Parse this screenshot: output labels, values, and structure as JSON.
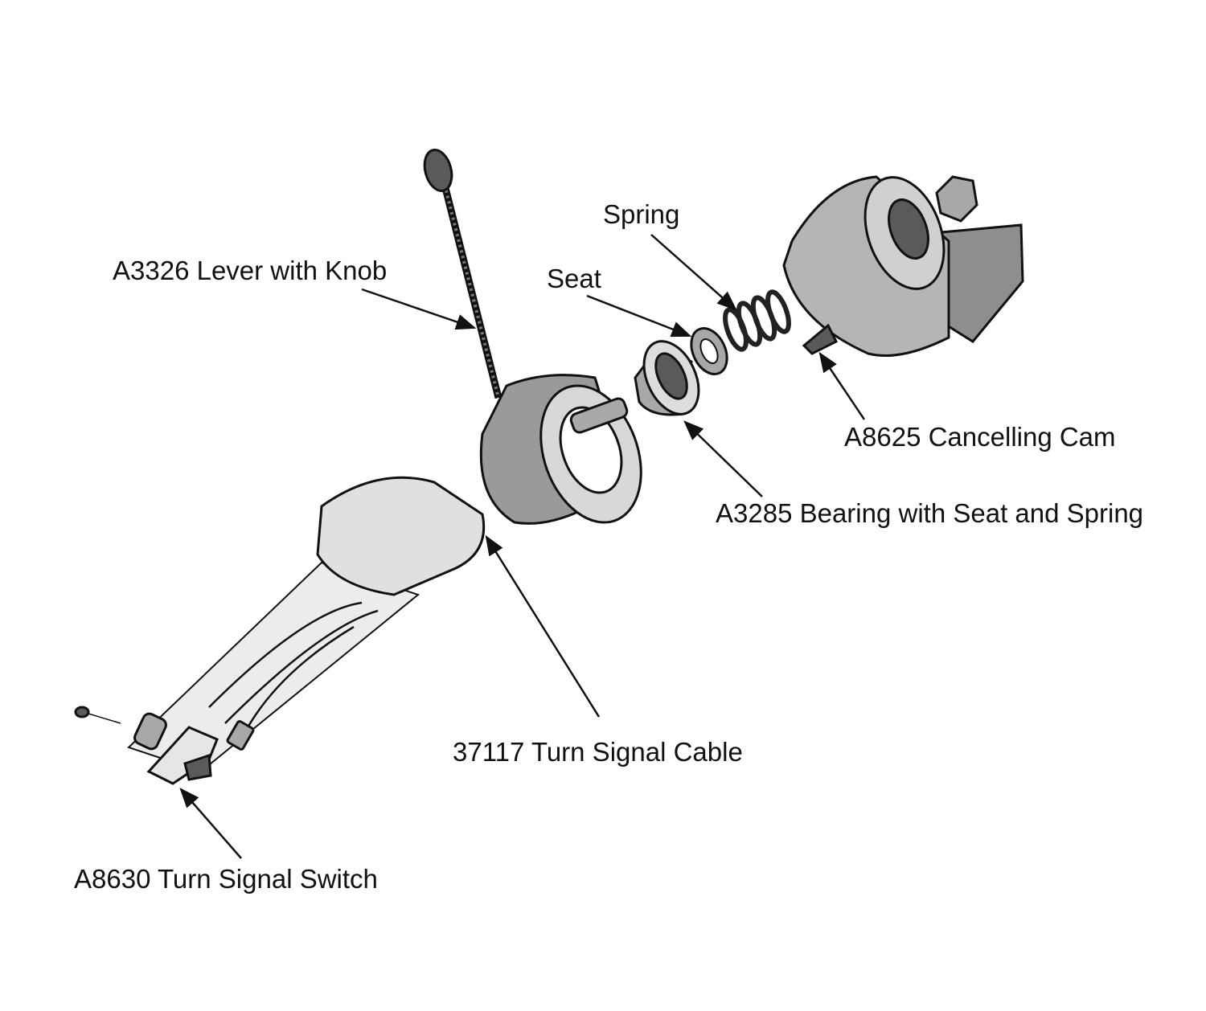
{
  "labels": {
    "lever": "A3326 Lever with Knob",
    "seat": "Seat",
    "spring": "Spring",
    "cam": "A8625 Cancelling Cam",
    "bearing": "A3285 Bearing with Seat and Spring",
    "cable": "37117 Turn Signal Cable",
    "switch": "A8630 Turn Signal Switch"
  }
}
